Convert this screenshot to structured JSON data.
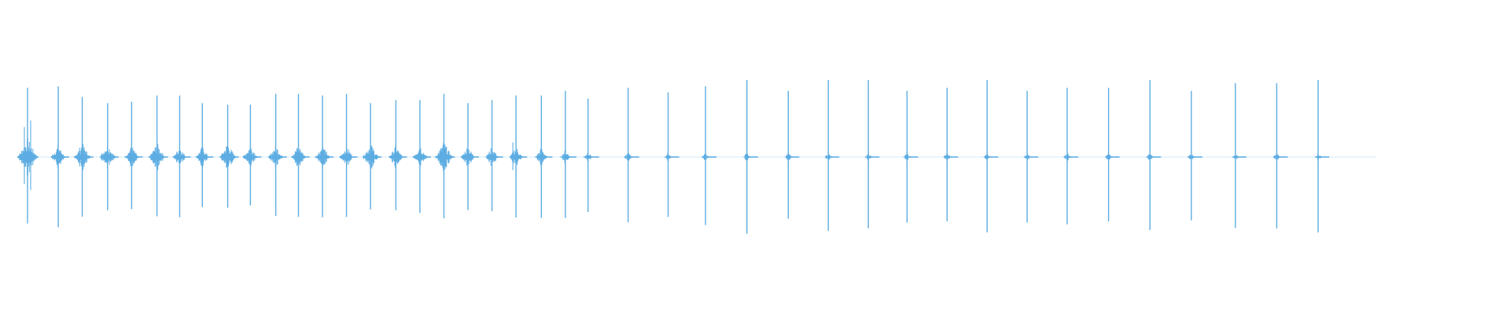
{
  "waveform": {
    "color": "#5dade2",
    "amplitude_scale": 1.0,
    "clicks": [
      {
        "t": 0.0,
        "amp": 0.9,
        "burst": 1.0,
        "extra": [
          0.78,
          0.95
        ]
      },
      {
        "t": 0.023,
        "amp": 0.92,
        "burst": 0.6,
        "extra": []
      },
      {
        "t": 0.041,
        "amp": 0.78,
        "burst": 0.72,
        "extra": []
      },
      {
        "t": 0.06,
        "amp": 0.7,
        "burst": 0.7,
        "extra": []
      },
      {
        "t": 0.078,
        "amp": 0.72,
        "burst": 0.56,
        "extra": []
      },
      {
        "t": 0.097,
        "amp": 0.8,
        "burst": 0.72,
        "extra": []
      },
      {
        "t": 0.114,
        "amp": 0.8,
        "burst": 0.52,
        "extra": []
      },
      {
        "t": 0.131,
        "amp": 0.7,
        "burst": 0.52,
        "extra": []
      },
      {
        "t": 0.15,
        "amp": 0.68,
        "burst": 0.72,
        "extra": []
      },
      {
        "t": 0.167,
        "amp": 0.68,
        "burst": 0.62,
        "extra": []
      },
      {
        "t": 0.186,
        "amp": 0.82,
        "burst": 0.6,
        "extra": []
      },
      {
        "t": 0.203,
        "amp": 0.82,
        "burst": 0.62,
        "extra": []
      },
      {
        "t": 0.221,
        "amp": 0.8,
        "burst": 0.6,
        "extra": []
      },
      {
        "t": 0.239,
        "amp": 0.82,
        "burst": 0.56,
        "extra": []
      },
      {
        "t": 0.257,
        "amp": 0.7,
        "burst": 0.72,
        "extra": []
      },
      {
        "t": 0.276,
        "amp": 0.74,
        "burst": 0.56,
        "extra": []
      },
      {
        "t": 0.294,
        "amp": 0.74,
        "burst": 0.6,
        "extra": []
      },
      {
        "t": 0.312,
        "amp": 0.82,
        "burst": 0.8,
        "extra": []
      },
      {
        "t": 0.33,
        "amp": 0.7,
        "burst": 0.56,
        "extra": []
      },
      {
        "t": 0.348,
        "amp": 0.74,
        "burst": 0.5,
        "extra": []
      },
      {
        "t": 0.366,
        "amp": 0.8,
        "burst": 0.5,
        "extra": [
          0.38
        ]
      },
      {
        "t": 0.385,
        "amp": 0.8,
        "burst": 0.44,
        "extra": []
      },
      {
        "t": 0.403,
        "amp": 0.86,
        "burst": 0.32,
        "extra": []
      },
      {
        "t": 0.42,
        "amp": 0.76,
        "burst": 0.22,
        "extra": []
      },
      {
        "t": 0.45,
        "amp": 0.9,
        "burst": 0.16,
        "extra": []
      },
      {
        "t": 0.48,
        "amp": 0.84,
        "burst": 0.14,
        "extra": []
      },
      {
        "t": 0.508,
        "amp": 0.92,
        "burst": 0.14,
        "extra": []
      },
      {
        "t": 0.539,
        "amp": 1.0,
        "burst": 0.14,
        "extra": []
      },
      {
        "t": 0.57,
        "amp": 0.86,
        "burst": 0.12,
        "extra": []
      },
      {
        "t": 0.6,
        "amp": 1.0,
        "burst": 0.12,
        "extra": []
      },
      {
        "t": 0.63,
        "amp": 1.0,
        "burst": 0.12,
        "extra": []
      },
      {
        "t": 0.659,
        "amp": 0.86,
        "burst": 0.12,
        "extra": []
      },
      {
        "t": 0.689,
        "amp": 0.9,
        "burst": 0.12,
        "extra": []
      },
      {
        "t": 0.719,
        "amp": 1.0,
        "burst": 0.12,
        "extra": []
      },
      {
        "t": 0.749,
        "amp": 0.86,
        "burst": 0.12,
        "extra": []
      },
      {
        "t": 0.779,
        "amp": 0.9,
        "burst": 0.12,
        "extra": []
      },
      {
        "t": 0.81,
        "amp": 0.9,
        "burst": 0.12,
        "extra": []
      },
      {
        "t": 0.841,
        "amp": 1.0,
        "burst": 0.12,
        "extra": []
      },
      {
        "t": 0.872,
        "amp": 0.86,
        "burst": 0.12,
        "extra": []
      },
      {
        "t": 0.905,
        "amp": 0.96,
        "burst": 0.12,
        "extra": []
      },
      {
        "t": 0.936,
        "amp": 0.96,
        "burst": 0.12,
        "extra": []
      },
      {
        "t": 0.967,
        "amp": 1.0,
        "burst": 0.12,
        "extra": []
      }
    ]
  }
}
